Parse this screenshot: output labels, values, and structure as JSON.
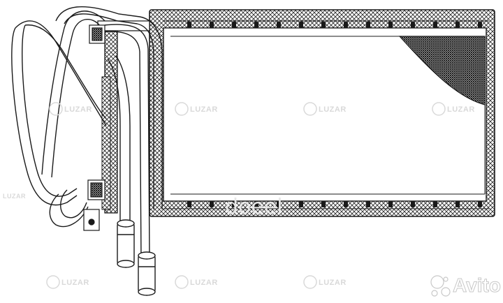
{
  "watermarks": {
    "brand": "LUZAR",
    "deoel": "doeel",
    "avito": "Avito"
  },
  "colors": {
    "line": "#1a1a1a",
    "hatch": "#2a2a2a",
    "watermark": "#d9d9d9",
    "background": "#ffffff"
  },
  "icons": {
    "avito_logo": "avito-dots-icon",
    "brand_logo": "luzar-circle-icon"
  }
}
